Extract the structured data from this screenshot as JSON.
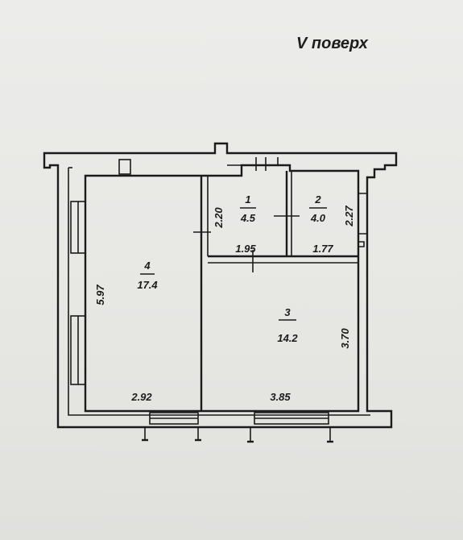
{
  "floor_label": "V поверх",
  "rooms": [
    {
      "number": "1",
      "area": "4.5"
    },
    {
      "number": "2",
      "area": "4.0"
    },
    {
      "number": "3",
      "area": "14.2"
    },
    {
      "number": "4",
      "area": "17.4"
    }
  ],
  "dimensions": {
    "room1_height": "2.20",
    "room1_width": "1.95",
    "room2_height": "2.27",
    "room2_width": "1.77",
    "room3_height": "3.70",
    "room3_width": "3.85",
    "room4_height": "5.97",
    "room4_width": "2.92"
  }
}
